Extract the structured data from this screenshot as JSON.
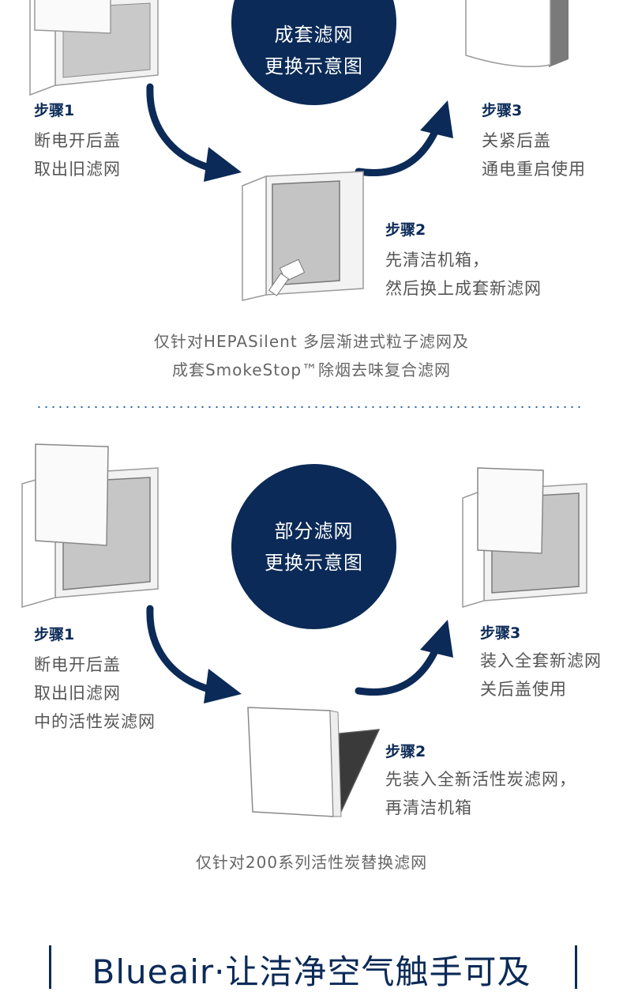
{
  "section_full": {
    "circle_lines": [
      "成套滤网",
      "更换示意图"
    ],
    "step1": {
      "title": "步骤1",
      "lines": [
        "断电开后盖",
        "取出旧滤网"
      ]
    },
    "step2": {
      "title": "步骤2",
      "lines": [
        "先清洁机箱，",
        "然后换上成套新滤网"
      ]
    },
    "step3": {
      "title": "步骤3",
      "lines": [
        "关紧后盖",
        "通电重启使用"
      ]
    },
    "note_lines": [
      "仅针对HEPASilent 多层渐进式粒子滤网及",
      "成套SmokeStop™除烟去味复合滤网"
    ]
  },
  "section_partial": {
    "circle_lines": [
      "部分滤网",
      "更换示意图"
    ],
    "step1": {
      "title": "步骤1",
      "lines": [
        "断电开后盖",
        "取出旧滤网",
        "中的活性炭滤网"
      ]
    },
    "step2": {
      "title": "步骤2",
      "lines": [
        "先装入全新活性炭滤网，",
        "再清洁机箱"
      ]
    },
    "step3": {
      "title": "步骤3",
      "lines": [
        "装入全套新滤网",
        "关后盖使用"
      ]
    },
    "note_lines": [
      "仅针对200系列活性炭替换滤网"
    ]
  },
  "footer": {
    "slogan": "Blueair·让洁净空气触手可及"
  },
  "colors": {
    "navy": "#0b2a57",
    "text_gray": "#555555",
    "dots_blue": "#1e5fa8"
  }
}
